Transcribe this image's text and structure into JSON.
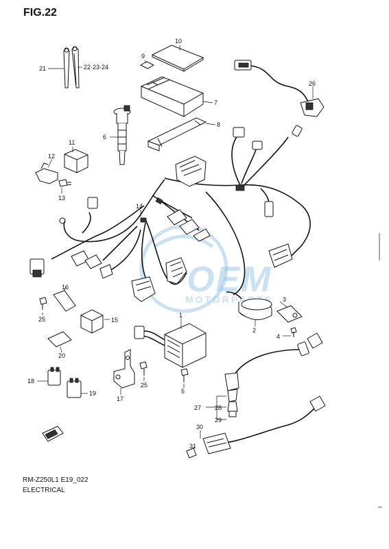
{
  "header_fragment": "FIG.22",
  "footer": {
    "code": "RM-Z250L1 E19_022",
    "title": "ELECTRICAL"
  },
  "watermark": {
    "brand": "OEM",
    "sub": "MOTORPARTS",
    "color": "#9ec9e6"
  },
  "callouts": [
    {
      "id": "c1",
      "text": "1"
    },
    {
      "id": "c2",
      "text": "2"
    },
    {
      "id": "c3",
      "text": "3"
    },
    {
      "id": "c4",
      "text": "4"
    },
    {
      "id": "c5",
      "text": "5"
    },
    {
      "id": "c6",
      "text": "6"
    },
    {
      "id": "c7",
      "text": "7"
    },
    {
      "id": "c8",
      "text": "8"
    },
    {
      "id": "c9",
      "text": "9"
    },
    {
      "id": "c10",
      "text": "10"
    },
    {
      "id": "c11",
      "text": "11"
    },
    {
      "id": "c12",
      "text": "12"
    },
    {
      "id": "c13",
      "text": "13"
    },
    {
      "id": "c14",
      "text": "14"
    },
    {
      "id": "c15",
      "text": "15"
    },
    {
      "id": "c16",
      "text": "16"
    },
    {
      "id": "c17",
      "text": "17"
    },
    {
      "id": "c18",
      "text": "18"
    },
    {
      "id": "c19",
      "text": "19"
    },
    {
      "id": "c20",
      "text": "20"
    },
    {
      "id": "c21",
      "text": "21"
    },
    {
      "id": "c22",
      "text": "22·23·24"
    },
    {
      "id": "c25a",
      "text": "25"
    },
    {
      "id": "c25b",
      "text": "25"
    },
    {
      "id": "c26",
      "text": "26"
    },
    {
      "id": "c27",
      "text": "27"
    },
    {
      "id": "c28",
      "text": "28"
    },
    {
      "id": "c29",
      "text": "29"
    },
    {
      "id": "c30",
      "text": "30"
    },
    {
      "id": "c31",
      "text": "31"
    }
  ]
}
